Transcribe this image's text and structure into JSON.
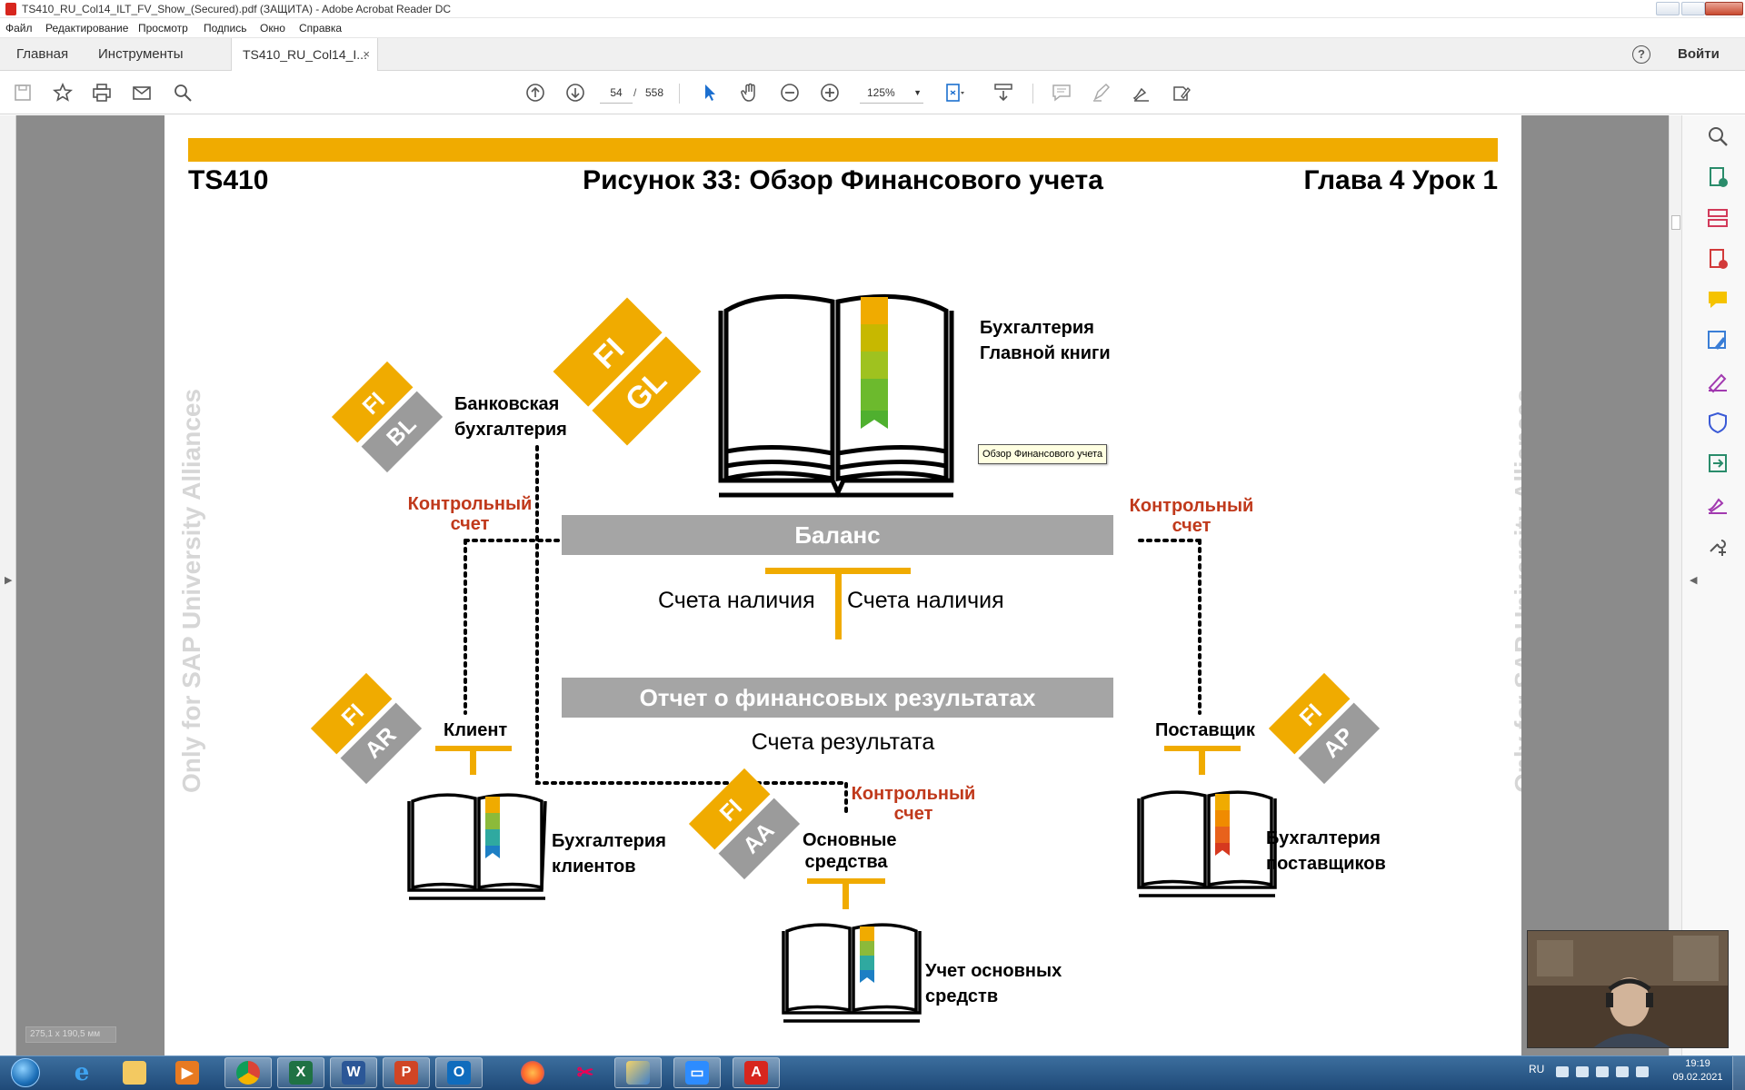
{
  "window": {
    "title": "TS410_RU_Col14_ILT_FV_Show_(Secured).pdf (ЗАЩИТА) - Adobe Acrobat Reader DC"
  },
  "menu": [
    "Файл",
    "Редактирование",
    "Просмотр",
    "Подпись",
    "Окно",
    "Справка"
  ],
  "tabs": {
    "home": "Главная",
    "tools": "Инструменты",
    "document": "TS410_RU_Col14_I...",
    "close": "×",
    "help": "?",
    "signin": "Войти"
  },
  "toolbar": {
    "page_current": "54",
    "page_sep": "/",
    "page_total": "558",
    "zoom": "125%",
    "icons": [
      "save-icon",
      "star-icon",
      "print-icon",
      "mail-icon",
      "search-icon",
      "page-up-icon",
      "page-down-icon",
      "select-cursor-icon",
      "hand-icon",
      "zoom-out-icon",
      "zoom-in-icon",
      "fit-page-icon",
      "scroll-mode-icon",
      "comment-icon",
      "highlight-icon",
      "sign-icon",
      "fill-sign-icon"
    ]
  },
  "slide": {
    "code": "TS410",
    "title": "Рисунок 33: Обзор Финансового учета",
    "chapter": "Глава 4 Урок 1",
    "watermark": "Only for SAP University Alliances",
    "modules": [
      {
        "top": "FI",
        "bottom": "GL",
        "bottom_color": "#f0ab00"
      },
      {
        "top": "FI",
        "bottom": "BL",
        "bottom_color": "#9b9b9b"
      },
      {
        "top": "FI",
        "bottom": "AR",
        "bottom_color": "#9b9b9b"
      },
      {
        "top": "FI",
        "bottom": "AA",
        "bottom_color": "#9b9b9b"
      },
      {
        "top": "FI",
        "bottom": "AP",
        "bottom_color": "#9b9b9b"
      }
    ],
    "gl_label_line1": "Бухгалтерия",
    "gl_label_line2": "Главной книги",
    "bank_line1": "Банковская",
    "bank_line2": "бухгалтерия",
    "control_left_1": "Контрольный",
    "control_left_2": "счет",
    "control_right_1": "Контрольный",
    "control_right_2": "счет",
    "control_bottom_1": "Контрольный",
    "control_bottom_2": "счет",
    "balance": "Баланс",
    "accounts_left": "Счета наличия",
    "accounts_right": "Счета наличия",
    "income_statement": "Отчет о финансовых результатах",
    "result_accounts": "Счета результата",
    "client": "Клиент",
    "client_books_1": "Бухгалтерия",
    "client_books_2": "клиентов",
    "assets_1": "Основные",
    "assets_2": "средства",
    "assets_books_1": "Учет основных",
    "assets_books_2": "средств",
    "vendor": "Поставщик",
    "vendor_books_1": "Бухгалтерия",
    "vendor_books_2": "поставщиков",
    "tooltip": "Обзор Финансового учета"
  },
  "status": {
    "page_size": "275,1 x 190,5 мм"
  },
  "taskbar": {
    "apps": [
      "windows-start",
      "internet-explorer",
      "file-explorer",
      "media-player",
      "chrome",
      "excel",
      "word",
      "powerpoint",
      "outlook",
      "firefox",
      "snipping-tool",
      "app-generic",
      "zoom",
      "acrobat-reader"
    ],
    "lang": "RU",
    "time": "19:19",
    "date": "09.02.2021"
  },
  "colors": {
    "sap_gold": "#f0ab00",
    "sap_gray": "#9b9b9b",
    "control_red": "#c0391b",
    "bar_gray": "#a5a5a5"
  }
}
